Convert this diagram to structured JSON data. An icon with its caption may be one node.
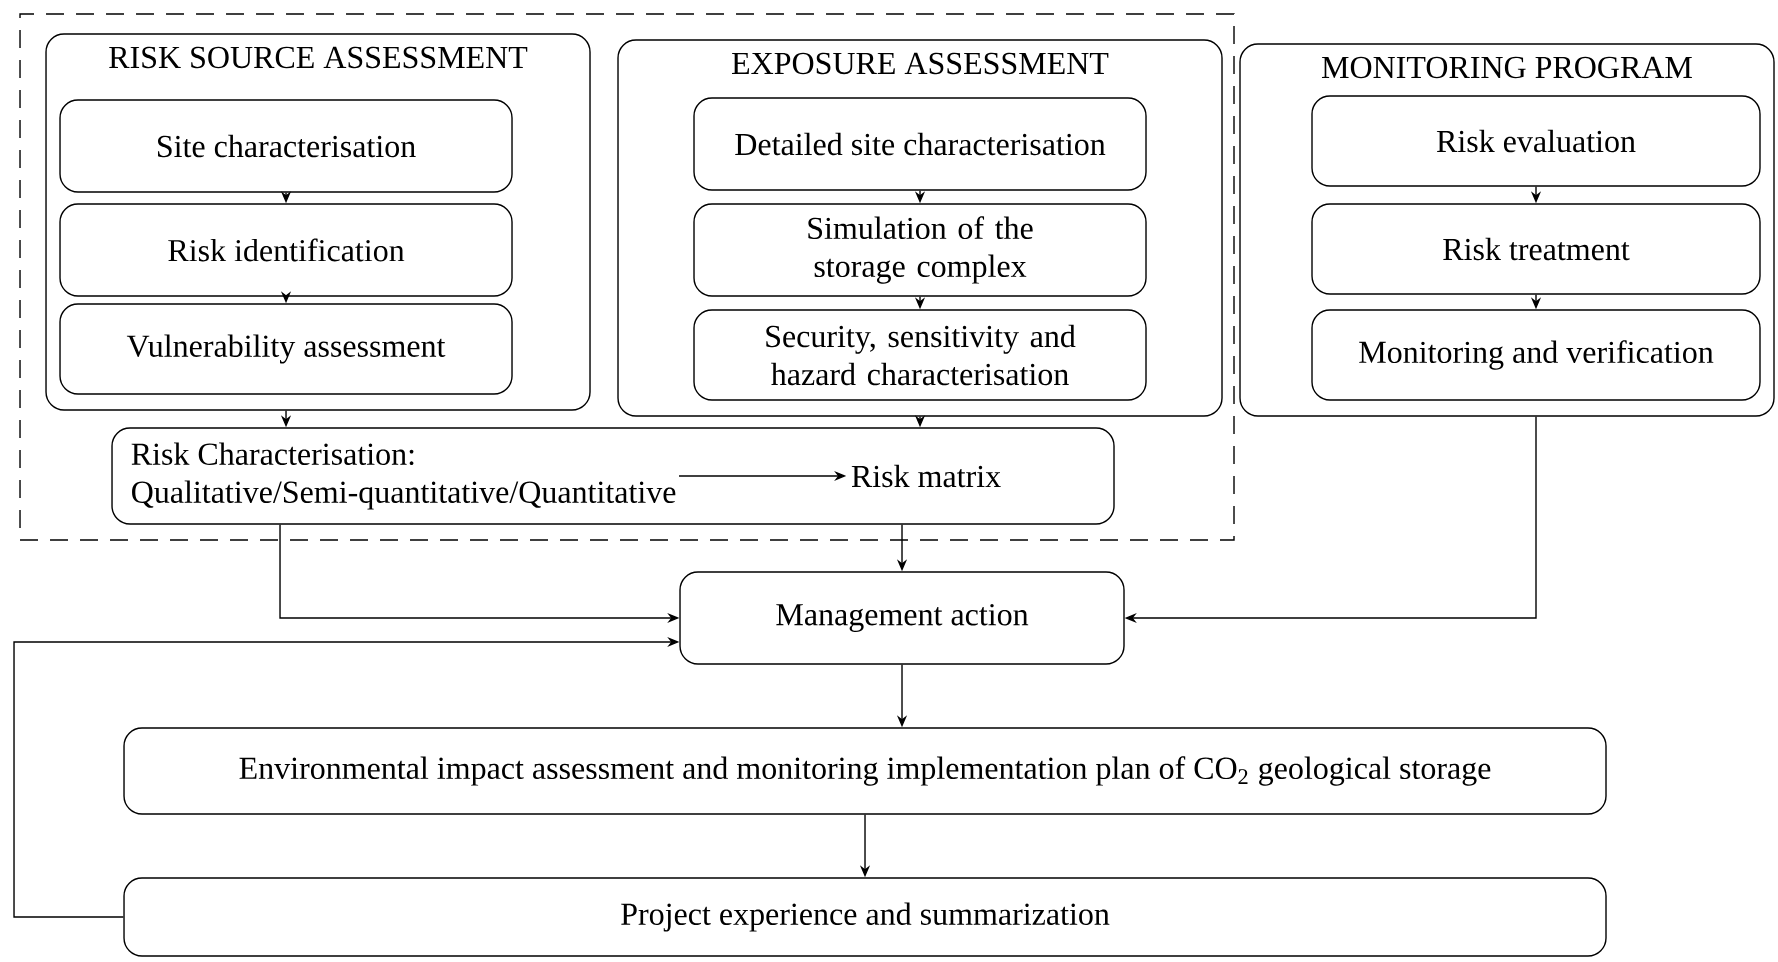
{
  "diagram": {
    "nodes": [
      {
        "text": [],
        "shape": "box"
      },
      {
        "text": [
          "RISK SOURCE ASSESSMENT"
        ],
        "in": 0
      },
      {
        "text": [
          "Site characterisation"
        ],
        "in": 1
      },
      {
        "text": [
          "Risk identification"
        ],
        "in": 1
      },
      {
        "text": [
          "Vulnerability assessment"
        ],
        "in": 1
      },
      {
        "text": [
          "EXPOSURE ASSESSMENT"
        ],
        "in": 0
      },
      {
        "text": [
          "Detailed site characterisation"
        ],
        "in": 5
      },
      {
        "text": [
          "Simulation of the storage complex"
        ],
        "in": 5
      },
      {
        "text": [
          "Security, sensitivity and hazard characterisation"
        ],
        "in": 5
      },
      {
        "text": [
          "MONITORING PROGRAM"
        ]
      },
      {
        "text": [
          "Risk evaluation"
        ],
        "in": 9
      },
      {
        "text": [
          "Risk treatment"
        ],
        "in": 9
      },
      {
        "text": [
          "Monitoring and verification"
        ],
        "in": 9
      },
      {
        "text": [],
        "shape": "box",
        "in": 0
      },
      {
        "text": [
          "Risk Characterisation: Qualitative/Semi-quantitative/Quantitative"
        ],
        "in": 13
      },
      {
        "text": [
          "Risk matrix"
        ],
        "in": 13
      },
      {
        "text": [
          "Management action"
        ]
      },
      {
        "text": [
          "Environmental impact assessment and monitoring implementation plan of CO$_{2}$ geological storage"
        ]
      },
      {
        "text": [
          "Project experience and summarization"
        ]
      }
    ],
    "edges": [
      {
        "from": 2,
        "to": 3,
        "arrow": "to"
      },
      {
        "from": 3,
        "to": 4,
        "arrow": "to"
      },
      {
        "from": 6,
        "to": 7,
        "arrow": "to"
      },
      {
        "from": 7,
        "to": 8,
        "arrow": "to"
      },
      {
        "from": 10,
        "to": 11,
        "arrow": "to"
      },
      {
        "from": 11,
        "to": 12,
        "arrow": "to"
      },
      {
        "from": 1,
        "to": 13,
        "arrow": "to"
      },
      {
        "from": 5,
        "to": 13,
        "arrow": "to"
      },
      {
        "from": 14,
        "to": 15,
        "arrow": "to"
      },
      {
        "from": 13,
        "to": 16,
        "arrow": "to"
      },
      {
        "from": 13,
        "to": 16,
        "arrow": "to"
      },
      {
        "from": 9,
        "to": 16,
        "arrow": "to"
      },
      {
        "from": 16,
        "to": 17,
        "arrow": "to"
      },
      {
        "from": 17,
        "to": 18,
        "arrow": "to"
      },
      {
        "from": 18,
        "to": 16,
        "arrow": "to"
      }
    ]
  }
}
